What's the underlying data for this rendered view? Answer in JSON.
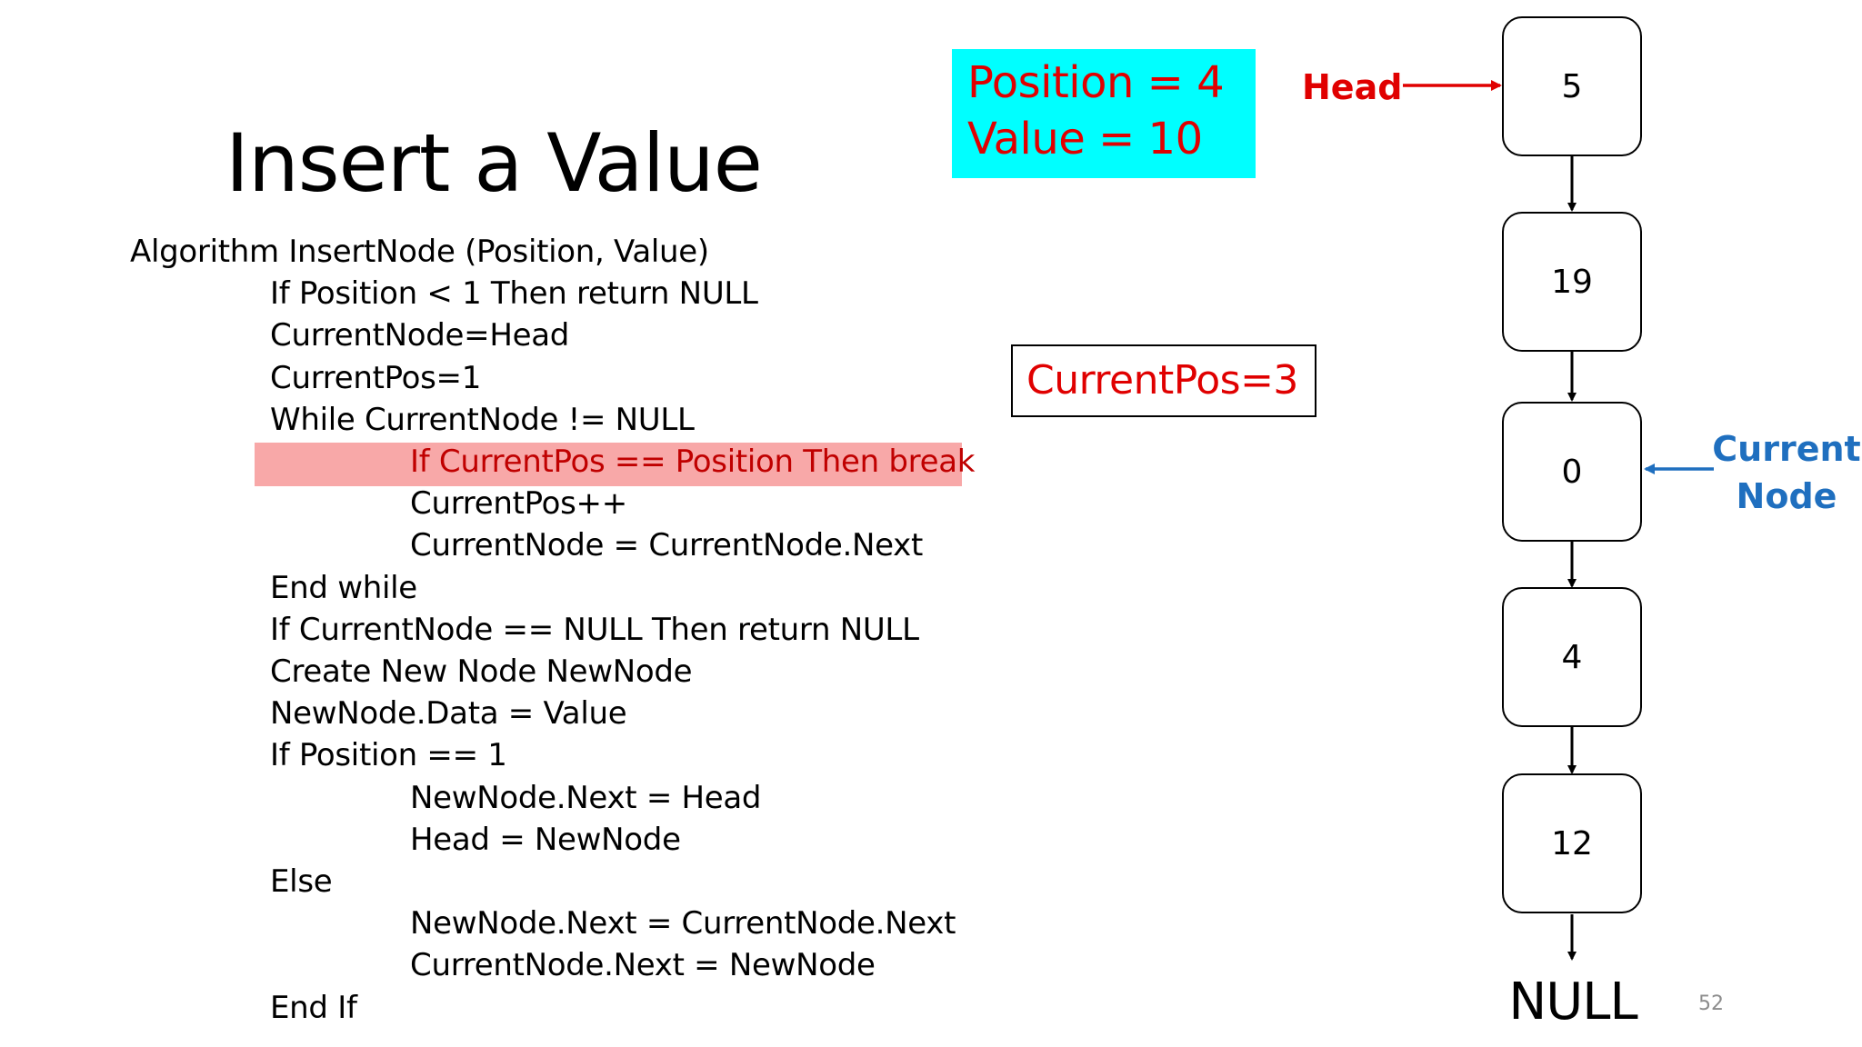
{
  "title": "Insert a Value",
  "algorithm": {
    "lines": [
      {
        "text": "Algorithm InsertNode (Position, Value)",
        "indent": 0
      },
      {
        "text": "If Position < 1 Then return NULL",
        "indent": 1
      },
      {
        "text": "CurrentNode=Head",
        "indent": 1
      },
      {
        "text": "CurrentPos=1",
        "indent": 1
      },
      {
        "text": "While CurrentNode != NULL",
        "indent": 1
      },
      {
        "text": "If CurrentPos == Position Then break",
        "indent": 2,
        "highlighted": true
      },
      {
        "text": "CurrentPos++",
        "indent": 2
      },
      {
        "text": "CurrentNode = CurrentNode.Next",
        "indent": 2
      },
      {
        "text": "End while",
        "indent": 1
      },
      {
        "text": "If CurrentNode == NULL Then return NULL",
        "indent": 1
      },
      {
        "text": "Create New Node NewNode",
        "indent": 1
      },
      {
        "text": "NewNode.Data = Value",
        "indent": 1
      },
      {
        "text": "If Position == 1",
        "indent": 1
      },
      {
        "text": "NewNode.Next = Head",
        "indent": 2
      },
      {
        "text": "Head = NewNode",
        "indent": 2
      },
      {
        "text": "Else",
        "indent": 1
      },
      {
        "text": "NewNode.Next = CurrentNode.Next",
        "indent": 2
      },
      {
        "text": "CurrentNode.Next = NewNode",
        "indent": 2
      },
      {
        "text": "End If",
        "indent": 1
      }
    ]
  },
  "params": {
    "position": "Position = 4",
    "value": "Value = 10"
  },
  "current_pos": "CurrentPos=3",
  "list": {
    "head_label": "Head",
    "current_label_line1": "Current",
    "current_label_line2": "Node",
    "nodes": [
      "5",
      "19",
      "0",
      "4",
      "12"
    ],
    "current_index": 2,
    "null_label": "NULL"
  },
  "page_number": "52",
  "colors": {
    "highlight": "#f8a8a8",
    "params_bg": "#00ffff",
    "red": "#e00000",
    "blue": "#1f6fbf"
  }
}
